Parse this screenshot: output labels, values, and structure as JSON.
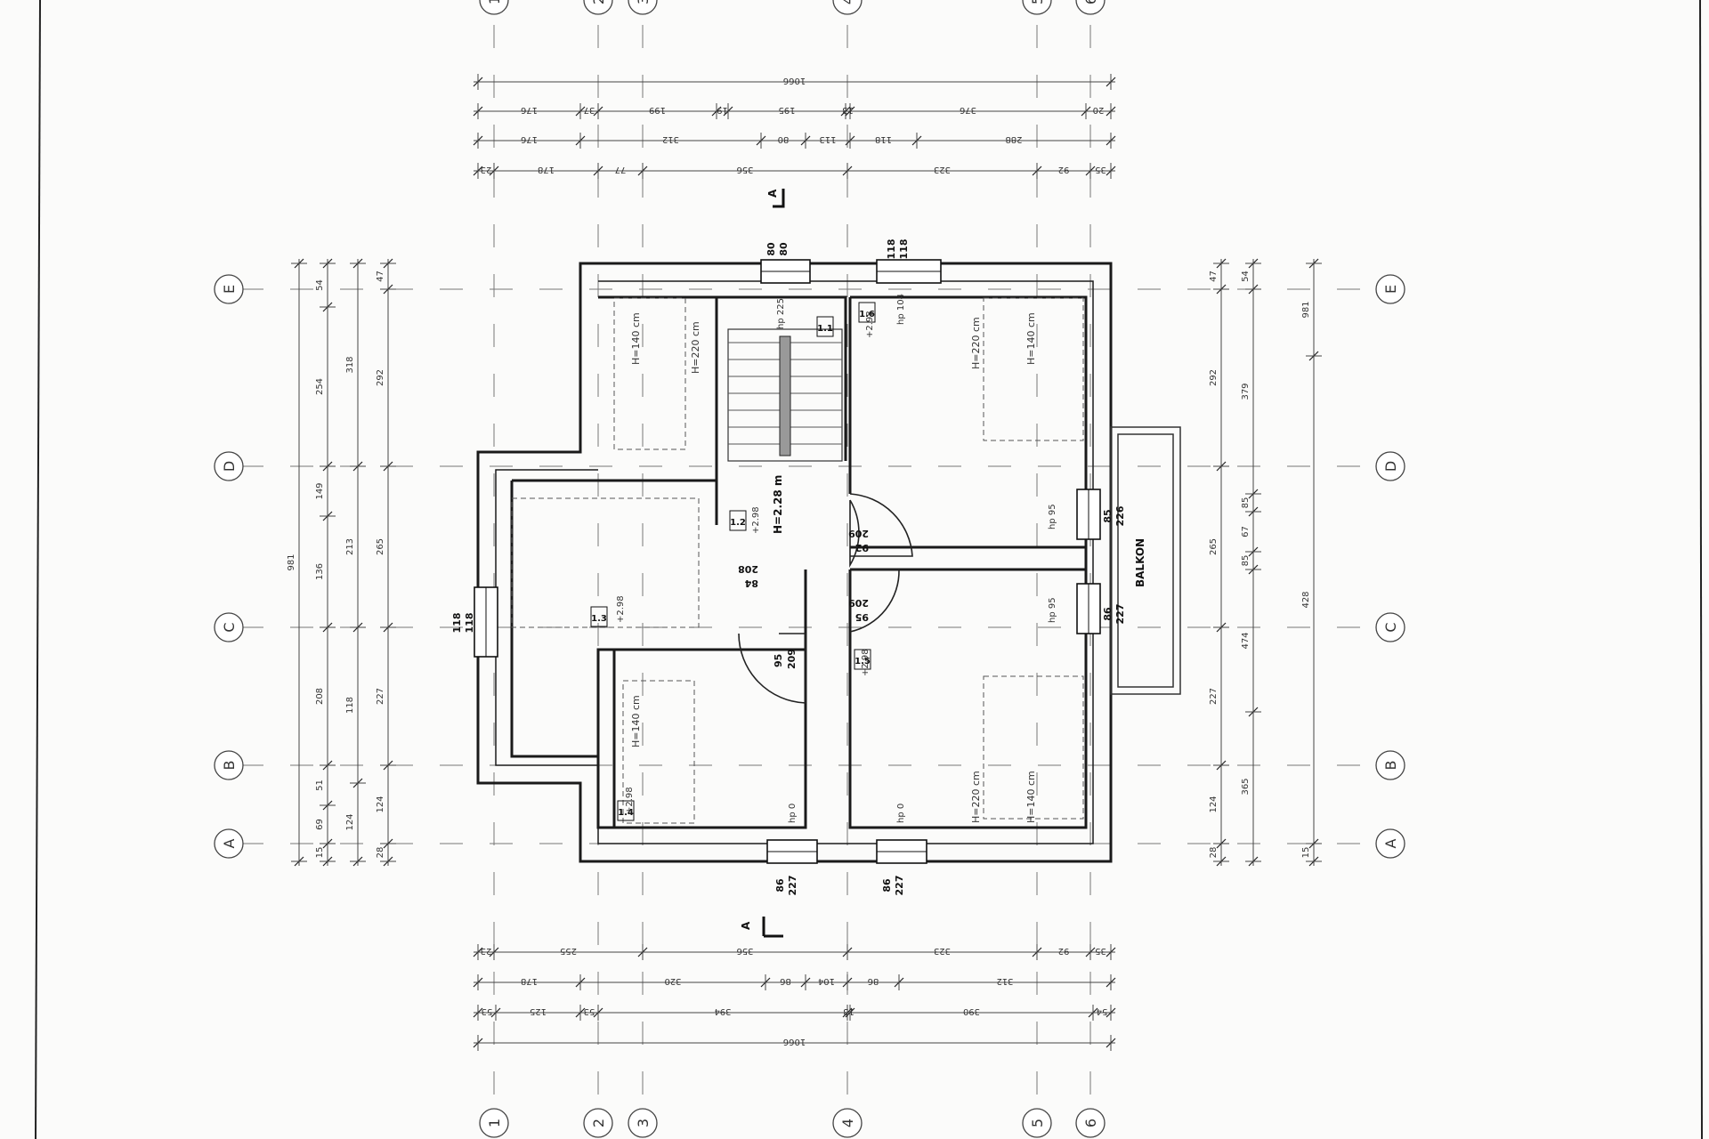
{
  "axes": {
    "columns": [
      "1",
      "2",
      "3",
      "4",
      "5",
      "6"
    ],
    "rows": [
      "A",
      "B",
      "C",
      "D",
      "E"
    ]
  },
  "dims_top": {
    "overall": [
      "1066"
    ],
    "row1": [
      "176",
      "37",
      "199",
      "19",
      "195",
      "13",
      "376",
      "20"
    ],
    "row2": [
      "176",
      "312",
      "80",
      "113",
      "118",
      "288"
    ],
    "row3": [
      "23",
      "178",
      "77",
      "356",
      "323",
      "92",
      "35"
    ]
  },
  "dims_bottom": {
    "row1": [
      "23",
      "255",
      "356",
      "323",
      "92",
      "35"
    ],
    "row2": [
      "178",
      "320",
      "86",
      "104",
      "86",
      "312"
    ],
    "row3": [
      "53",
      "125",
      "53",
      "394",
      "13",
      "390",
      "54"
    ],
    "overall": [
      "1066"
    ]
  },
  "dims_left": {
    "overall": [
      "981"
    ],
    "col1": [
      "15",
      "69",
      "51",
      "208",
      "136",
      "149",
      "254",
      "54"
    ],
    "col2": [
      "124",
      "118",
      "213",
      "318"
    ],
    "col3": [
      "28",
      "124",
      "227",
      "265",
      "292",
      "47"
    ]
  },
  "dims_right": {
    "col1": [
      "28",
      "124",
      "227",
      "265",
      "292",
      "47"
    ],
    "col2": [
      "365",
      "474",
      "85",
      "67",
      "85",
      "379",
      "54"
    ],
    "col3": [
      "15",
      "428",
      "981"
    ]
  },
  "openings": {
    "top_left": [
      "80",
      "80"
    ],
    "top_right": [
      "118",
      "118"
    ],
    "left_mid": [
      "118",
      "118"
    ],
    "bottom_left": [
      "86",
      "227"
    ],
    "bottom_right": [
      "86",
      "227"
    ],
    "right_upper": [
      "85",
      "226"
    ],
    "right_lower": [
      "86",
      "227"
    ]
  },
  "room_labels": {
    "r11": "1.1",
    "r12": "1.2",
    "r13": "1.3",
    "r14": "1.4",
    "r15": "1.5",
    "r16": "1.6"
  },
  "annotations": {
    "hall_height": "H=2.28 m",
    "balkon": "BALKON",
    "h220": "H=220 cm",
    "h140": "H=140 cm",
    "level": "+2.98",
    "hp225": "hp 225",
    "hp104": "hp 104",
    "hp0": "hp 0",
    "hp95": "hp 95",
    "door_92_209": [
      "92",
      "209"
    ],
    "door_95_209": [
      "95",
      "209"
    ],
    "door_84_208": [
      "84",
      "208"
    ],
    "section_a": "A"
  },
  "colors": {
    "wall": "#1a1a1a",
    "line": "#444444",
    "paper": "#fbfbfa"
  }
}
